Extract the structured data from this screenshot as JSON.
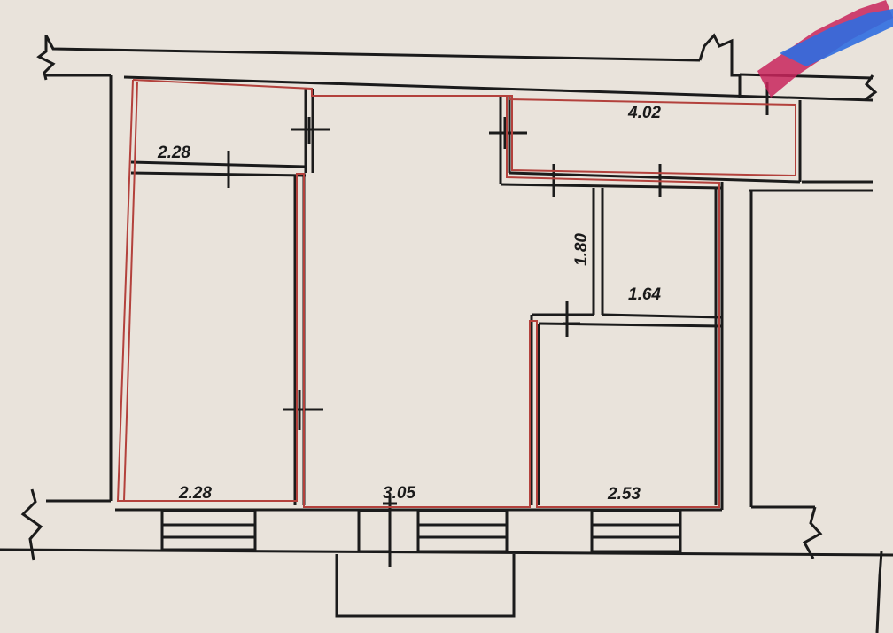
{
  "colors": {
    "paper": "#e9e3db",
    "wall_line": "#1b1b1b",
    "outline_red": "#b3413c",
    "marker_red": "#c8245c",
    "marker_blue": "#2f6de0"
  },
  "dimensions": {
    "top_left_room": "2.28",
    "corridor_top": "4.02",
    "corridor_width": "1.80",
    "small_room": "1.64",
    "bottom_left": "2.28",
    "bottom_middle": "3.05",
    "bottom_right": "2.53"
  }
}
